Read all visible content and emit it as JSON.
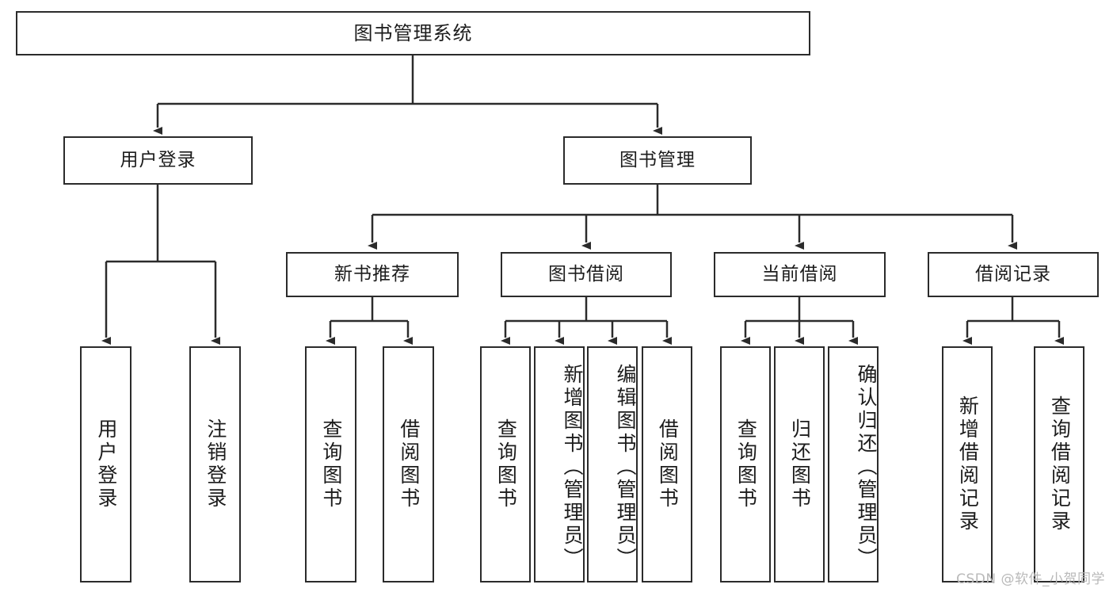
{
  "diagram": {
    "type": "hierarchy-tree",
    "title": "图书管理系统",
    "watermark": "CSDN @软件_小贺同学",
    "colors": {
      "stroke": "#2b2b2b",
      "fill": "#ffffff",
      "text": "#1c1c1c",
      "watermark": "#b9b9b9"
    },
    "nodes": {
      "root": {
        "label": "图书管理系统"
      },
      "level2": [
        {
          "id": "user-login",
          "label": "用户登录"
        },
        {
          "id": "book-manage",
          "label": "图书管理"
        }
      ],
      "level3": [
        {
          "id": "new-book-recommend",
          "label": "新书推荐"
        },
        {
          "id": "book-borrow",
          "label": "图书借阅"
        },
        {
          "id": "current-borrow",
          "label": "当前借阅"
        },
        {
          "id": "borrow-record",
          "label": "借阅记录"
        }
      ],
      "leaves": {
        "user-login": [
          {
            "id": "leaf-user-login",
            "label": "用户登录"
          },
          {
            "id": "leaf-logout-login",
            "label": "注销登录"
          }
        ],
        "new-book-recommend": [
          {
            "id": "leaf-query-book-1",
            "label": "查询图书"
          },
          {
            "id": "leaf-borrow-book-1",
            "label": "借阅图书"
          }
        ],
        "book-borrow": [
          {
            "id": "leaf-query-book-2",
            "label": "查询图书"
          },
          {
            "id": "leaf-add-book",
            "label": "新增图书（管理员）"
          },
          {
            "id": "leaf-edit-book",
            "label": "编辑图书（管理员）"
          },
          {
            "id": "leaf-borrow-book-2",
            "label": "借阅图书"
          }
        ],
        "current-borrow": [
          {
            "id": "leaf-query-book-3",
            "label": "查询图书"
          },
          {
            "id": "leaf-return-book",
            "label": "归还图书"
          },
          {
            "id": "leaf-confirm-return",
            "label": "确认归还（管理员）"
          }
        ],
        "borrow-record": [
          {
            "id": "leaf-add-record",
            "label": "新增借阅记录"
          },
          {
            "id": "leaf-query-record",
            "label": "查询借阅记录"
          }
        ]
      }
    }
  }
}
